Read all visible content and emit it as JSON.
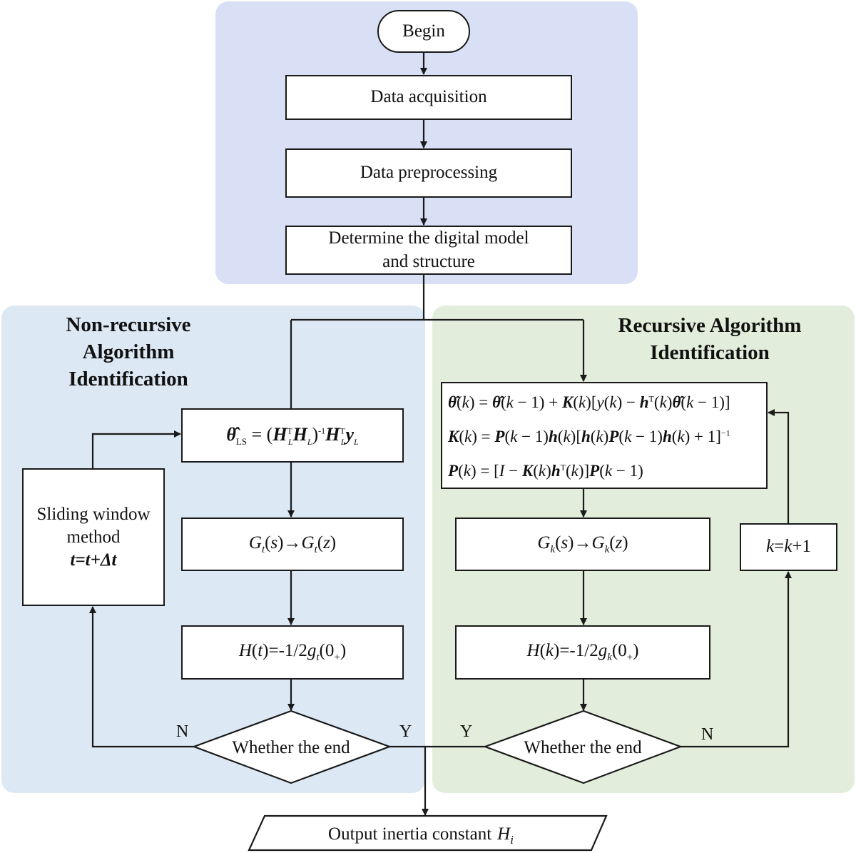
{
  "top": {
    "begin": "Begin",
    "data_acquisition": "Data acquisition",
    "data_preprocessing": "Data preprocessing",
    "determine_line1": "Determine the digital model",
    "determine_line2": "and structure"
  },
  "left": {
    "title_line1": "Non-recursive",
    "title_line2": "Algorithm",
    "title_line3": "Identification",
    "sliding_line1": "Sliding window",
    "sliding_line2": "method",
    "decision": "Whether the end",
    "label_n": "N",
    "label_y": "Y"
  },
  "right": {
    "title_line1": "Recursive Algorithm",
    "title_line2": "Identification",
    "decision": "Whether the end",
    "label_n": "N",
    "label_y": "Y"
  },
  "output": {
    "label": "Output inertia constant"
  },
  "colors": {
    "top_region": "#d9dff4",
    "left_region": "#dde8f5",
    "right_region": "#e2eedb",
    "stroke": "#1a1a1a"
  }
}
